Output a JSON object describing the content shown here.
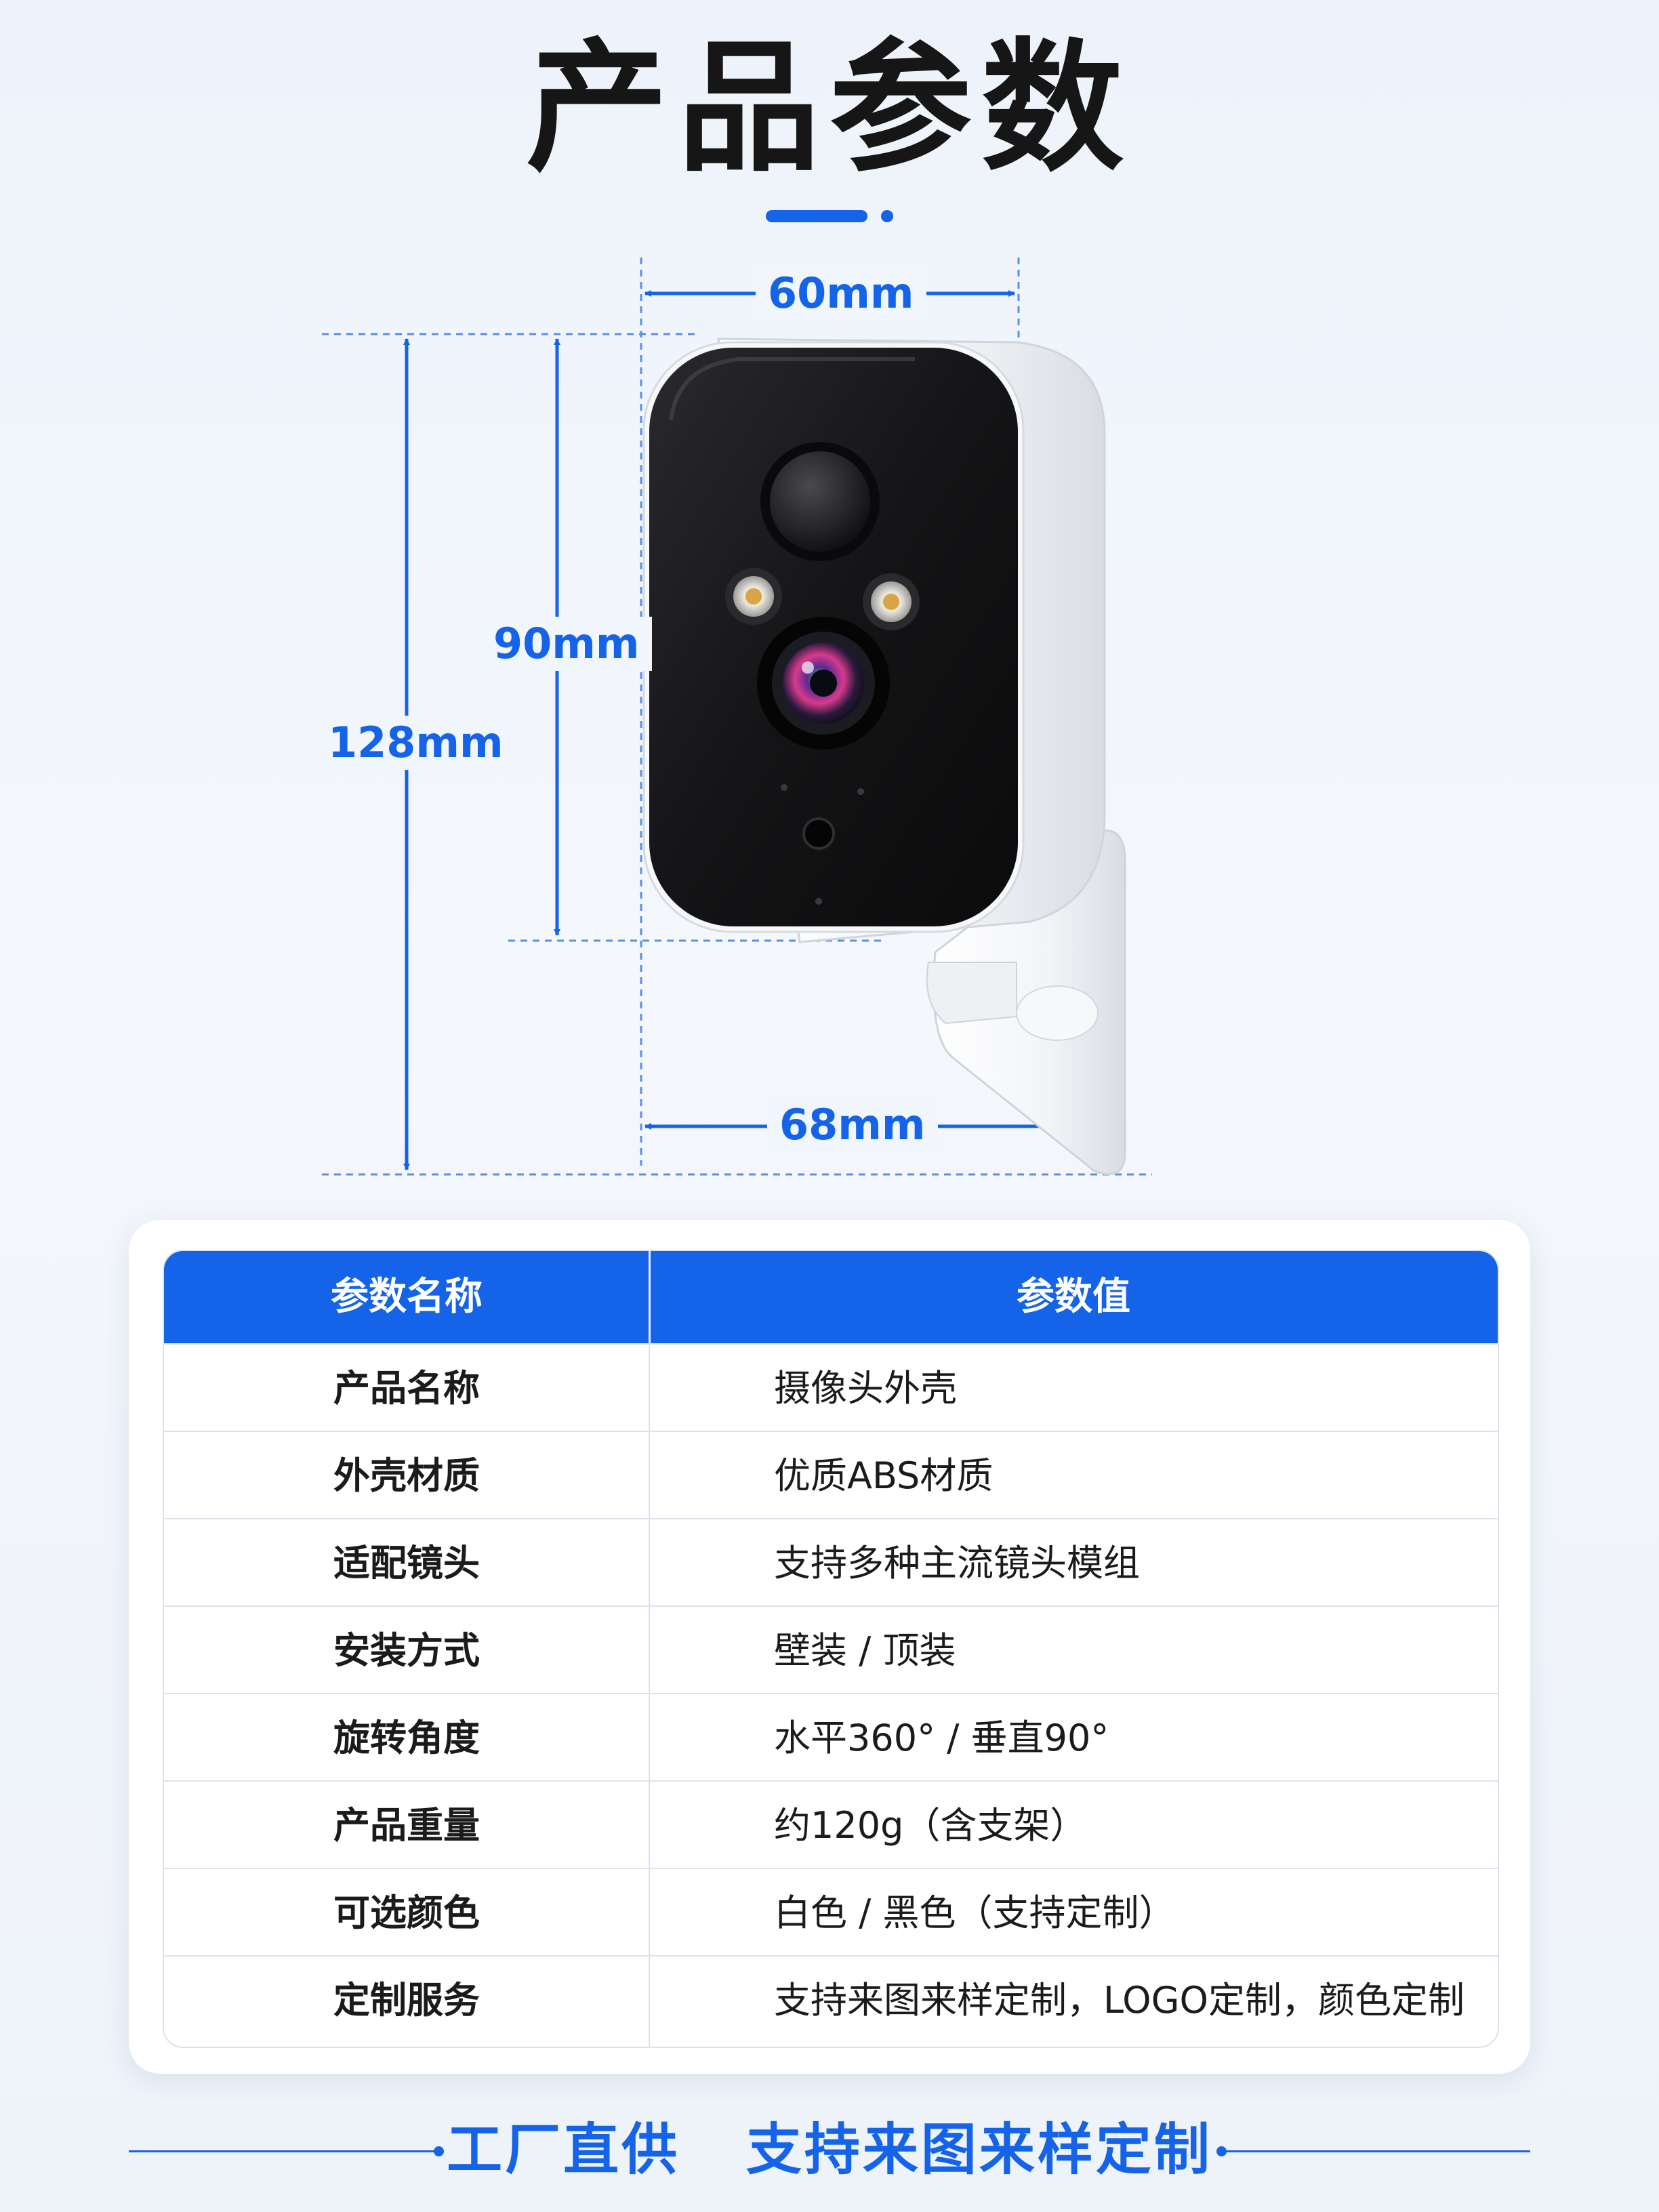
{
  "title": "产品参数",
  "dimensions": {
    "width_top": "60mm",
    "height_front": "90mm",
    "height_total": "128mm",
    "width_bottom": "68mm"
  },
  "table": {
    "headers": [
      "参数名称",
      "参数值"
    ],
    "rows": [
      {
        "name": "产品名称",
        "value": "摄像头外壳"
      },
      {
        "name": "外壳材质",
        "value": "优质ABS材质"
      },
      {
        "name": "适配镜头",
        "value": "支持多种主流镜头模组"
      },
      {
        "name": "安装方式",
        "value": "壁装 / 顶装"
      },
      {
        "name": "旋转角度",
        "value": "水平360° / 垂直90°"
      },
      {
        "name": "产品重量",
        "value": "约120g（含支架）"
      },
      {
        "name": "可选颜色",
        "value": "白色 / 黑色（支持定制）"
      },
      {
        "name": "定制服务",
        "value": "支持来图来样定制，LOGO定制，颜色定制"
      }
    ]
  },
  "footer": {
    "slogan_part1": "工厂直供",
    "slogan_part2": "支持来图来样定制"
  },
  "colors": {
    "accent": "#1463e8",
    "title": "#161616",
    "border": "#dde3ec"
  }
}
